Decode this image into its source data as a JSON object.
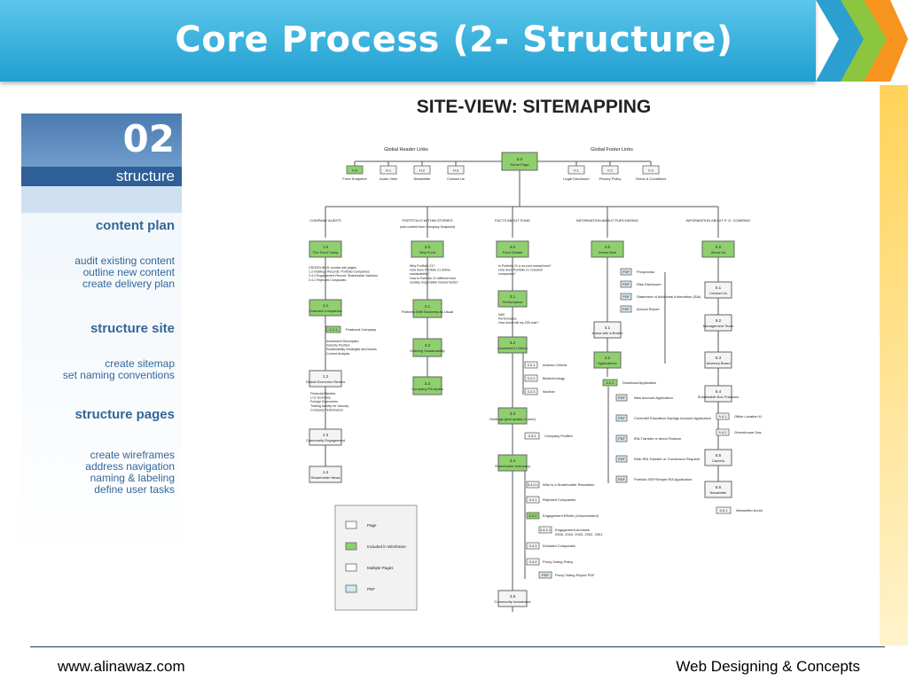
{
  "slide": {
    "title": "Core Process (2- Structure)",
    "footer_left": "www.alinawaz.com",
    "footer_right": "Web Designing & Concepts"
  },
  "sidebar": {
    "number": "02",
    "word": "structure",
    "sections": [
      {
        "heading": "content plan",
        "items": "audit existing content\noutline new content\ncreate delivery plan"
      },
      {
        "heading": "structure site",
        "items": "create sitemap\nset naming conventions"
      },
      {
        "heading": "structure pages",
        "items": "create wireframes\naddress navigation\nnaming & labeling\ndefine user tasks"
      }
    ]
  },
  "diagram": {
    "title": "SITE-VIEW: SITEMAPPING",
    "header_links_label": "Global Header Links",
    "footer_links_label": "Global Footer Links",
    "home": {
      "id": "0.0",
      "label": "Home Page"
    },
    "header_links": [
      {
        "id": "H.0",
        "label": "Fund Snapshot",
        "green": true
      },
      {
        "id": "H.1",
        "label": "Audio View",
        "green": false
      },
      {
        "id": "H.2",
        "label": "Newsletter",
        "green": false
      },
      {
        "id": "H.3",
        "label": "Contact Us",
        "green": false
      }
    ],
    "footer_links": [
      {
        "id": "F.1",
        "label": "Legal Disclosure"
      },
      {
        "id": "F.2",
        "label": "Privacy Policy"
      },
      {
        "id": "F.3",
        "label": "Terms & Conditions"
      }
    ],
    "columns": [
      {
        "header": "COMPANY AUDITS",
        "node": {
          "id": "1.0",
          "label": "The Fund Today"
        },
        "note": "CROSSLINKS: involve site pages\n1.2 Holdings Records: Portfolio Companies\n3.4.2 Engagement Record: Shareholder Activism\n3.4.1 Rejected Companies",
        "children": [
          {
            "id": "1.1",
            "label": "Featured Companies",
            "green": true
          },
          {
            "id": "1.2",
            "label": "Global Economic Review",
            "green": false
          },
          {
            "id": "1.3",
            "label": "Community Engagement",
            "green": false
          },
          {
            "id": "1.4",
            "label": "Shareholder News",
            "green": false
          }
        ],
        "sub_item": {
          "id": "1.1.1",
          "label": "Featured Company"
        },
        "sub_note": "Investment Description\nIndustry Position\nSustainability Strategies and Issues\nCurrent Analysis",
        "note2": "Financial Markets\nU.S. Economy\nForeign Economies\nTrading Activity for January\nCompany Performance"
      },
      {
        "header": "PORTFOLIO WITHIN STORIES",
        "subheader": "(sub-content from Company Snapshot)",
        "node": {
          "id": "2.0",
          "label": "Why Fund"
        },
        "note": "Why Portfolio 21?\nHow does Portfolio 21 define\nsustainability?\nHow is Portfolio 21 different from\nsocially responsible mutual funds?",
        "children": [
          {
            "id": "2.1",
            "label": "Partners With Business as Usual"
          },
          {
            "id": "2.2",
            "label": "Defining Sustainability"
          },
          {
            "id": "2.3",
            "label": "Company Principles"
          }
        ]
      },
      {
        "header": "FACTS ABOUT FUND",
        "node": {
          "id": "3.0",
          "label": "Fund Details"
        },
        "note": "Is Portfolio 21 a no-cost mutual fund?\nHow does Portfolio 21 research\ncompanies?",
        "children": [
          {
            "id": "3.1",
            "label": "Performance"
          },
          {
            "id": "3.2",
            "label": "Investment Criteria"
          },
          {
            "id": "3.3",
            "label": "Holdings (and quality course)"
          },
          {
            "id": "3.4",
            "label": "Shareholder Advocacy"
          },
          {
            "id": "3.5",
            "label": "Community Investment"
          }
        ],
        "perf_note": "NAV\nPerformance\nHow much will my 200 cost?",
        "crit": [
          {
            "id": "3.2.1",
            "label": "Actions Criteria"
          },
          {
            "id": "3.2.2",
            "label": "Biotechnology"
          },
          {
            "id": "3.2.3",
            "label": "Nuclear"
          }
        ],
        "holdings_sub": {
          "id": "3.3.1",
          "label": "Company Profiles"
        },
        "advocacy": [
          {
            "id": "3.4.0.1",
            "label": "Who is a Shareholder Resolution"
          },
          {
            "id": "3.4.1",
            "label": "Rejected Companies"
          },
          {
            "id": "3.4.2",
            "label": "Engagement Efforts (Unsuccessful)"
          },
          {
            "id": "3.4.2.1",
            "label": "Engagement Archives\n2005, 2004, 2003, 2002, 2001"
          },
          {
            "id": "3.4.3",
            "label": "Divested Companies"
          },
          {
            "id": "3.4.4",
            "label": "Proxy Voting Policy"
          },
          {
            "id": "PDF",
            "label": "Proxy Voting Report PDF"
          }
        ]
      },
      {
        "header": "INFORMATION ABOUT PURCHASING",
        "node": {
          "id": "4.0",
          "label": "Invest Now"
        },
        "pdfs": [
          {
            "id": "PDF",
            "label": "Prospectus"
          },
          {
            "id": "PDF",
            "label": "Risk Disclosure"
          },
          {
            "id": "PDF",
            "label": "Statement of Additional Information (SAI)"
          },
          {
            "id": "PDF",
            "label": "Annual Report"
          }
        ],
        "children": [
          {
            "id": "4.1",
            "label": "Invest with a Broker",
            "green": false
          },
          {
            "id": "4.2",
            "label": "Applications",
            "green": true
          }
        ],
        "app_sub": {
          "id": "4.2.1",
          "label": "Download Application"
        },
        "app_pdfs": [
          {
            "id": "PDF",
            "label": "New Account Application"
          },
          {
            "id": "PDF",
            "label": "Coverdell Education Savings Account Application"
          },
          {
            "id": "PDF",
            "label": "IRA Transfer or direct Rollover"
          },
          {
            "id": "PDF",
            "label": "Roth IRA Transfer or Conversion Request"
          },
          {
            "id": "PDF",
            "label": "Portfolio SEP/Simple IRA Application"
          }
        ]
      },
      {
        "header": "INFORMATION ABOUT P. G. COMPANY",
        "node": {
          "id": "5.0",
          "label": "About Us"
        },
        "children": [
          {
            "id": "5.1",
            "label": "Contact Us"
          },
          {
            "id": "5.2",
            "label": "Management Team"
          },
          {
            "id": "5.3",
            "label": "Advisory Board"
          },
          {
            "id": "5.4",
            "label": "Sustainable Box Practices"
          },
          {
            "id": "5.5",
            "label": "Careers"
          },
          {
            "id": "5.6",
            "label": "Newsletter"
          }
        ],
        "practices": [
          {
            "id": "5.4.1",
            "label": "Office Location & Design"
          },
          {
            "id": "5.4.2",
            "label": "Greenhouse Gas Reduction Program"
          }
        ],
        "news_sub": {
          "id": "5.6.1",
          "label": "Newsletter Archive"
        }
      }
    ],
    "legend": [
      {
        "label": "Page",
        "kind": "page"
      },
      {
        "label": "Included in Wireframe",
        "kind": "green"
      },
      {
        "label": "Multiple Pages",
        "kind": "multi"
      },
      {
        "label": "PDF",
        "kind": "pdf"
      }
    ],
    "colors": {
      "green": "#8fcf6e",
      "page": "#f4f4f4",
      "pdf": "#d6e6ef",
      "line": "#555555"
    }
  },
  "theme": {
    "header_blue": "#29a6d6",
    "arrow_green": "#8cc63f",
    "arrow_orange": "#f7941d",
    "sidebar_text": "#336699"
  }
}
